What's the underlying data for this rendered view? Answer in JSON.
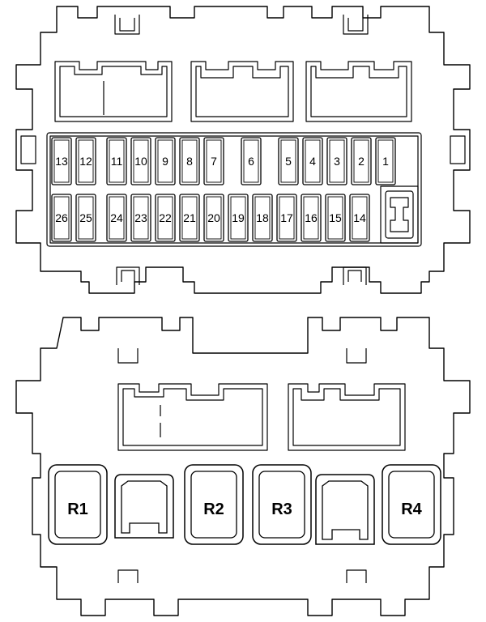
{
  "fuse_box": {
    "fuses_top_row": [
      "13",
      "12",
      "11",
      "10",
      "9",
      "8",
      "7",
      "6",
      "5",
      "4",
      "3",
      "2",
      "1"
    ],
    "fuses_bottom_row": [
      "26",
      "25",
      "24",
      "23",
      "22",
      "21",
      "20",
      "19",
      "18",
      "17",
      "16",
      "15",
      "14"
    ]
  },
  "relay_box": {
    "relays": [
      "R1",
      "R2",
      "R3",
      "R4"
    ]
  },
  "colors": {
    "line": "#000000",
    "background": "#ffffff"
  }
}
